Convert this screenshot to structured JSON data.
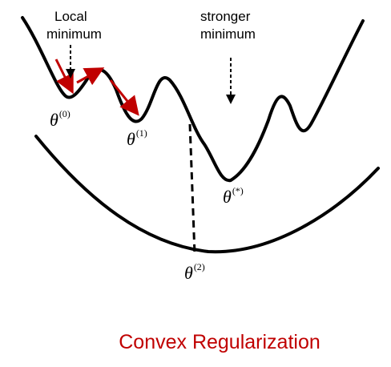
{
  "labels": {
    "local_minimum_line1": "Local",
    "local_minimum_line2": "minimum",
    "stronger_minimum_line1": "stronger",
    "stronger_minimum_line2": "minimum"
  },
  "thetas": {
    "theta0": {
      "symbol": "θ",
      "sup": "(0)"
    },
    "theta1": {
      "symbol": "θ",
      "sup": "(1)"
    },
    "theta_star": {
      "symbol": "θ",
      "sup": "(*)"
    },
    "theta2": {
      "symbol": "θ",
      "sup": "(2)"
    }
  },
  "caption": "Convex Regularization",
  "colors": {
    "curve": "#000000",
    "arrow": "#c00000",
    "caption": "#c00000"
  }
}
